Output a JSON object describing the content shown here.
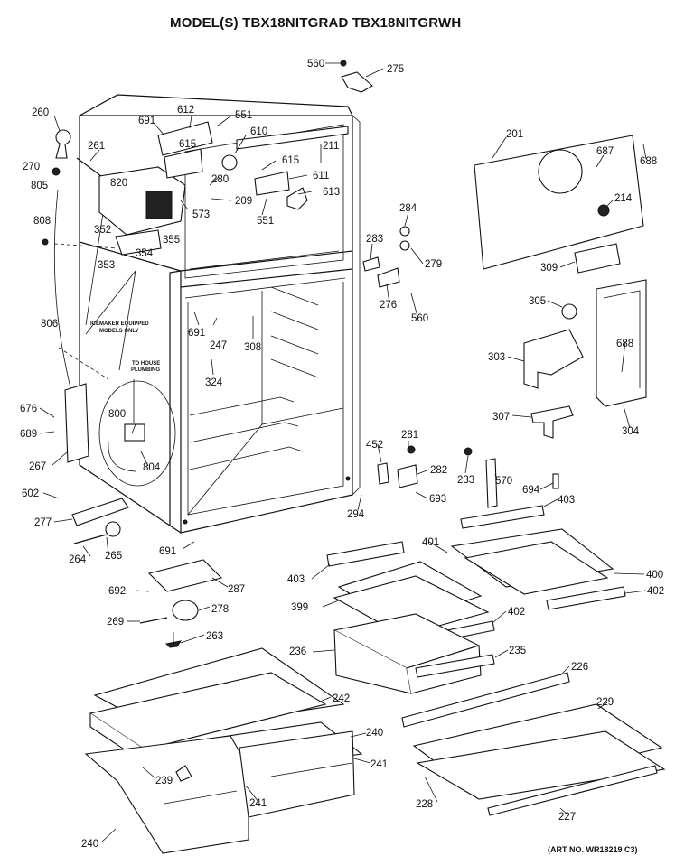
{
  "header": {
    "title": "MODEL(S) TBX18NITGRAD  TBX18NITGRWH"
  },
  "footer": {
    "art_no": "(ART NO. WR18219 C3)"
  },
  "notes": {
    "icemaker": [
      "ICEMAKER EQUIPPED",
      "MODELS ONLY"
    ],
    "plumbing": [
      "TO HOUSE",
      "PLUMBING"
    ]
  },
  "labels": {
    "l560a": "560",
    "l275": "275",
    "l260": "260",
    "l691a": "691",
    "l612": "612",
    "l551a": "551",
    "l610": "610",
    "l261": "261",
    "l615a": "615",
    "l615b": "615",
    "l211": "211",
    "l270": "270",
    "l820": "820",
    "l280": "280",
    "l611": "611",
    "l805": "805",
    "l209": "209",
    "l613": "613",
    "l573": "573",
    "l551b": "551",
    "l808": "808",
    "l352": "352",
    "l355": "355",
    "l354": "354",
    "l353": "353",
    "l201": "201",
    "l687": "687",
    "l688a": "688",
    "l214": "214",
    "l284": "284",
    "l283": "283",
    "l279": "279",
    "l309": "309",
    "l276": "276",
    "l560b": "560",
    "l806": "806",
    "l691b": "691",
    "l247": "247",
    "l308": "308",
    "l305": "305",
    "l303": "303",
    "l688b": "688",
    "l324": "324",
    "l676": "676",
    "l689": "689",
    "l800": "800",
    "l267": "267",
    "l804": "804",
    "l307": "307",
    "l304": "304",
    "l281": "281",
    "l452": "452",
    "l282": "282",
    "l233": "233",
    "l570": "570",
    "l602": "602",
    "l693": "693",
    "l694": "694",
    "l403a": "403",
    "l294": "294",
    "l277": "277",
    "l265": "265",
    "l264": "264",
    "l691c": "691",
    "l401": "401",
    "l403b": "403",
    "l400": "400",
    "l287": "287",
    "l692": "692",
    "l399": "399",
    "l402a": "402",
    "l278": "278",
    "l402b": "402",
    "l269": "269",
    "l263": "263",
    "l236": "236",
    "l235": "235",
    "l226": "226",
    "l242": "242",
    "l229": "229",
    "l240a": "240",
    "l241a": "241",
    "l239": "239",
    "l241b": "241",
    "l228": "228",
    "l227": "227",
    "l240b": "240"
  }
}
